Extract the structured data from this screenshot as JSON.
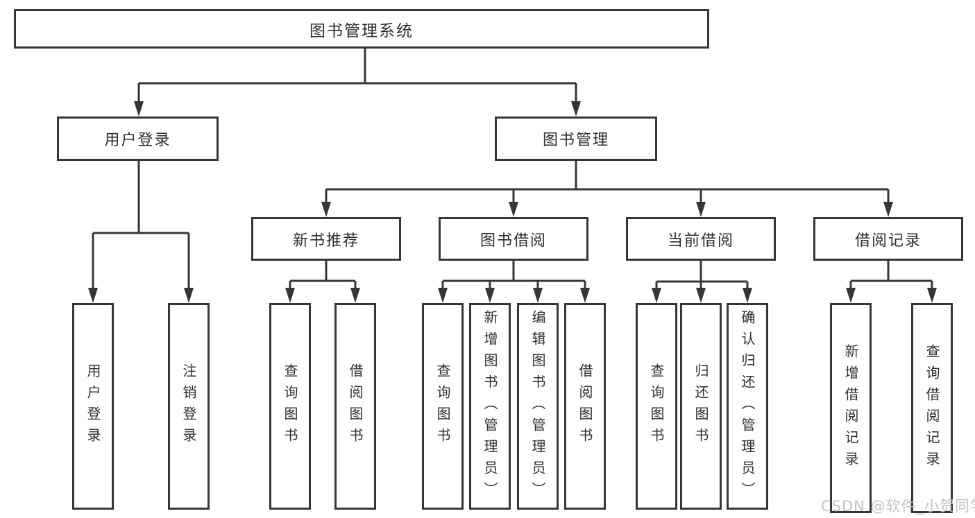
{
  "tree": {
    "root": "图书管理系统",
    "children": [
      {
        "label": "用户登录",
        "children": [
          {
            "label": "用户登录"
          },
          {
            "label": "注销登录"
          }
        ]
      },
      {
        "label": "图书管理",
        "children": [
          {
            "label": "新书推荐",
            "children": [
              {
                "label": "查询图书"
              },
              {
                "label": "借阅图书"
              }
            ]
          },
          {
            "label": "图书借阅",
            "children": [
              {
                "label": "查询图书"
              },
              {
                "label": "新增图书（管理员）"
              },
              {
                "label": "编辑图书（管理员）"
              },
              {
                "label": "借阅图书"
              }
            ]
          },
          {
            "label": "当前借阅",
            "children": [
              {
                "label": "查询图书"
              },
              {
                "label": "归还图书"
              },
              {
                "label": "确认归还（管理员）"
              }
            ]
          },
          {
            "label": "借阅记录",
            "children": [
              {
                "label": "新增借阅记录"
              },
              {
                "label": "查询借阅记录"
              }
            ]
          }
        ]
      }
    ]
  },
  "watermark": "CSDN @软件_小贺同学",
  "colors": {
    "line": "#363636",
    "text": "#2e2e2e",
    "background": "#ffffff",
    "watermark": "#c1c3c6"
  }
}
